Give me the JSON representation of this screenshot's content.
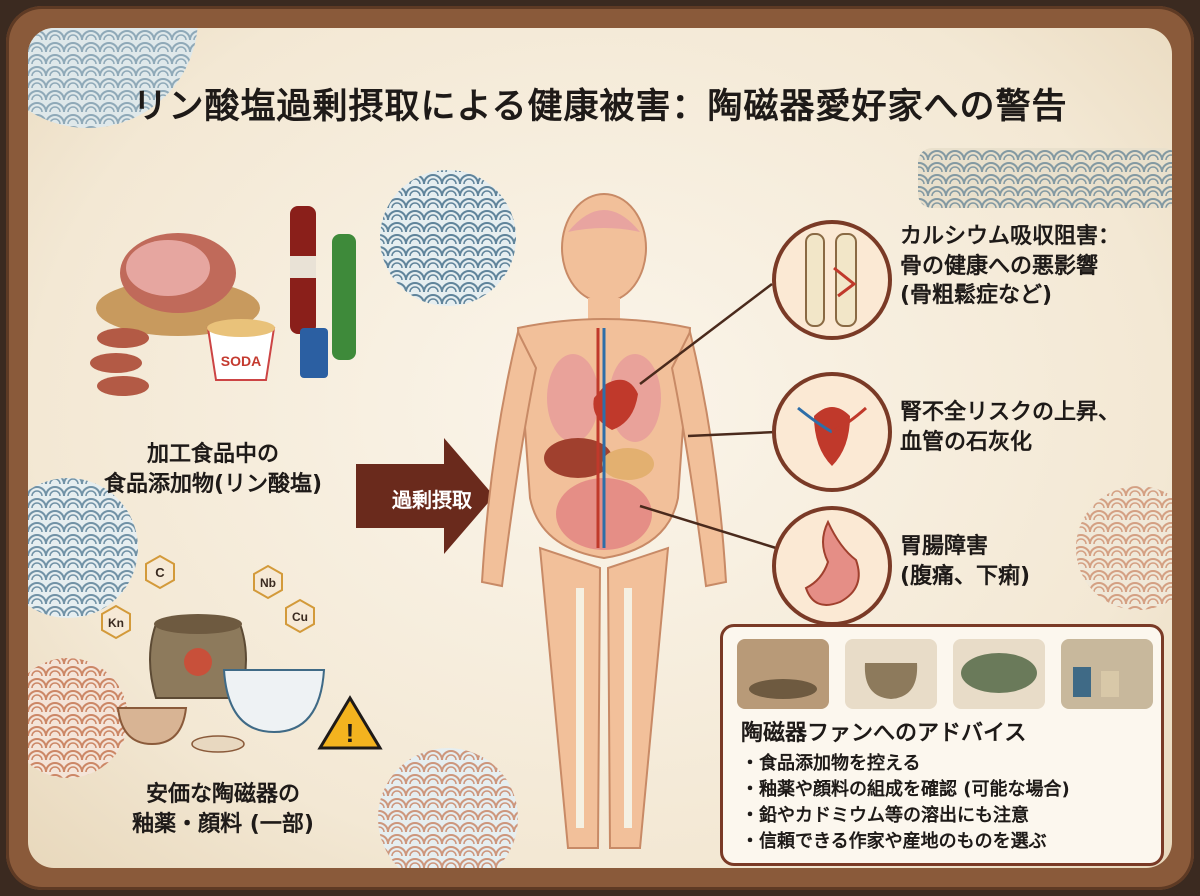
{
  "title": "リン酸塩過剰摂取による健康被害：陶磁器愛好家への警告",
  "left": {
    "food_label": [
      "加工食品中の",
      "食品添加物(リン酸塩)"
    ],
    "soda_label": "SODA",
    "arrow_label": "過剰摂取",
    "pottery_label": [
      "安価な陶磁器の",
      "釉薬・顔料 (一部)"
    ],
    "elements": [
      "C",
      "Nb",
      "Kn",
      "Cu"
    ]
  },
  "effects": [
    {
      "lines": [
        "カルシウム吸収阻害：",
        "骨の健康への悪影響",
        "(骨粗鬆症など)"
      ],
      "icon": "bone-fracture-icon"
    },
    {
      "lines": [
        "腎不全リスクの上昇、",
        "血管の石灰化"
      ],
      "icon": "heart-vessel-icon"
    },
    {
      "lines": [
        "胃腸障害",
        "(腹痛、下痢)"
      ],
      "icon": "stomach-icon"
    }
  ],
  "advice": {
    "title": "陶磁器ファンへのアドバイス",
    "items": [
      "食品添加物を控える",
      "釉薬や顔料の組成を確認 (可能な場合)",
      "鉛やカドミウム等の溶出にも注意",
      "信頼できる作家や産地のものを選ぶ"
    ]
  },
  "colors": {
    "accent": "#7a3a26",
    "blue_pattern": "#3f6a86",
    "warning": "#f3b31f"
  }
}
